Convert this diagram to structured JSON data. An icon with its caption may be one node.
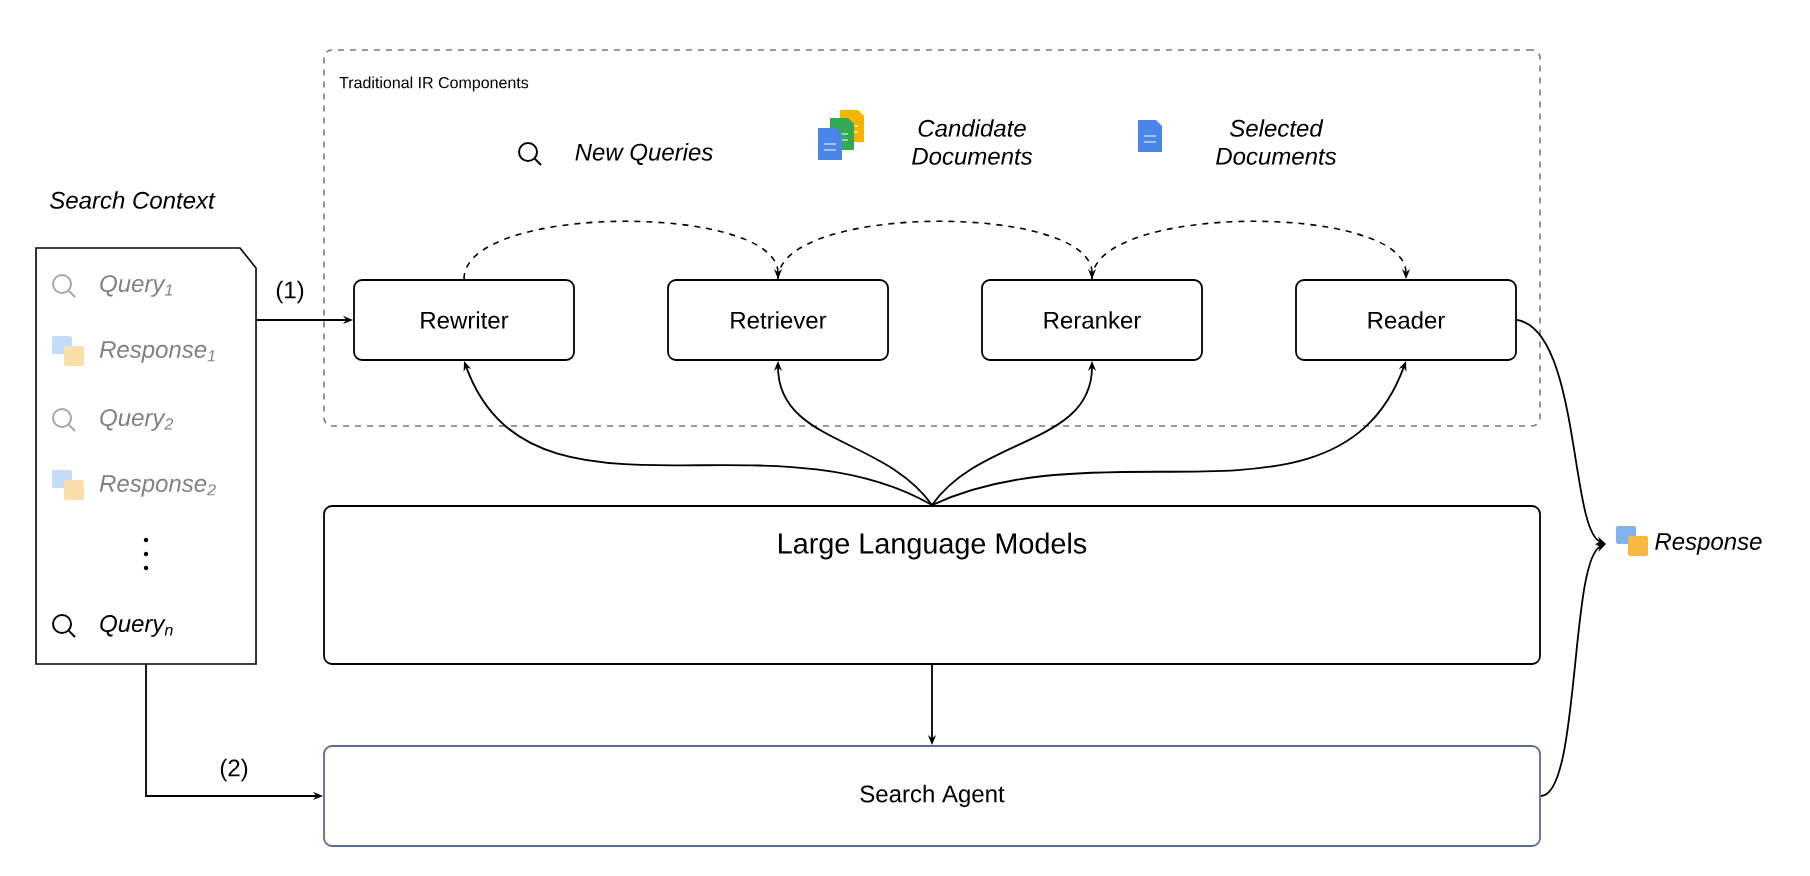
{
  "diagram": {
    "nodes": [
      {
        "text": [
          "Traditional IR Components"
        ]
      },
      {
        "text": [
          "Search Context",
          "Query$_{1}$",
          "Response$_{1}$",
          "Query$_{2}$",
          "Response$_{2}$",
          "Query$_{n}$"
        ]
      },
      {
        "text": [
          "Rewriter"
        ],
        "in": 0
      },
      {
        "text": [
          "Retriever"
        ],
        "in": 0
      },
      {
        "text": [
          "Reranker"
        ],
        "in": 0
      },
      {
        "text": [
          "Reader"
        ],
        "in": 0
      },
      {
        "text": [
          "Large Language Models"
        ]
      },
      {
        "text": [
          "Search Agent"
        ]
      },
      {
        "text": [
          "Response"
        ]
      }
    ],
    "edges": [
      {
        "from": 1,
        "to": 2,
        "arrow": "to",
        "label": "(1)"
      },
      {
        "from": 2,
        "to": 3,
        "arrow": "to",
        "style": "dashed",
        "label": "New Queries"
      },
      {
        "from": 3,
        "to": 4,
        "arrow": "to",
        "style": "dashed",
        "label": "Candidate Documents"
      },
      {
        "from": 4,
        "to": 5,
        "arrow": "to",
        "style": "dashed",
        "label": "Selected Documents"
      },
      {
        "from": 6,
        "to": 2,
        "arrow": "to"
      },
      {
        "from": 6,
        "to": 3,
        "arrow": "to"
      },
      {
        "from": 6,
        "to": 4,
        "arrow": "to"
      },
      {
        "from": 6,
        "to": 5,
        "arrow": "to"
      },
      {
        "from": 6,
        "to": 7,
        "arrow": "to"
      },
      {
        "from": 1,
        "to": 7,
        "arrow": "to",
        "label": "(2)"
      },
      {
        "from": 5,
        "to": 8,
        "arrow": "to"
      },
      {
        "from": 7,
        "to": 8,
        "arrow": "to"
      }
    ]
  }
}
